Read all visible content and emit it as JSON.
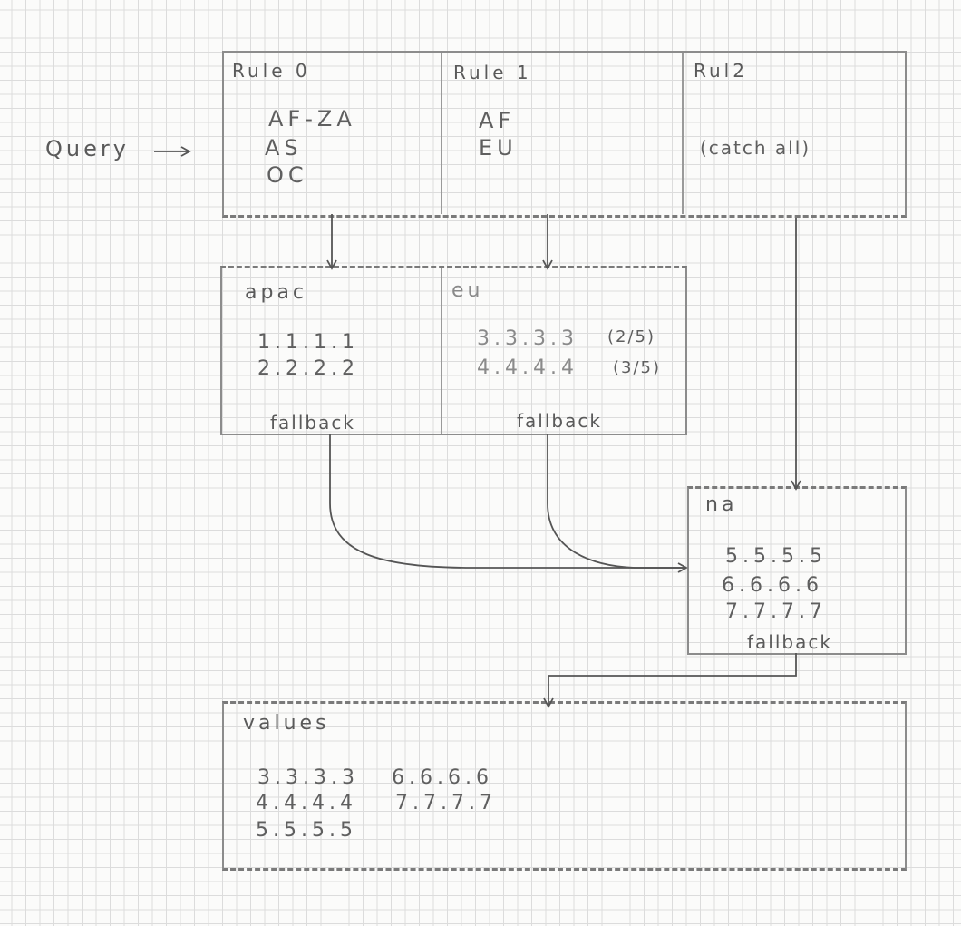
{
  "query_label": "Query",
  "rules": [
    {
      "title": "Rule 0",
      "lines": [
        "AF-ZA",
        "AS",
        "OC"
      ]
    },
    {
      "title": "Rule 1",
      "lines": [
        "AF",
        "EU"
      ]
    },
    {
      "title": "Rul2",
      "lines": [
        "(catch all)"
      ]
    }
  ],
  "pools": {
    "apac": {
      "name": "apac",
      "values": [
        "1.1.1.1",
        "2.2.2.2"
      ],
      "fallback": "fallback"
    },
    "eu": {
      "name": "eu",
      "values": [
        "3.3.3.3",
        "4.4.4.4"
      ],
      "weights": [
        "(2/5)",
        "(3/5)"
      ],
      "fallback": "fallback"
    },
    "na": {
      "name": "na",
      "values": [
        "5.5.5.5",
        "6.6.6.6",
        "7.7.7.7"
      ],
      "fallback": "fallback"
    }
  },
  "values_box": {
    "title": "values",
    "col1": [
      "3.3.3.3",
      "4.4.4.4",
      "5.5.5.5"
    ],
    "col2": [
      "6.6.6.6",
      "7.7.7.7"
    ]
  }
}
